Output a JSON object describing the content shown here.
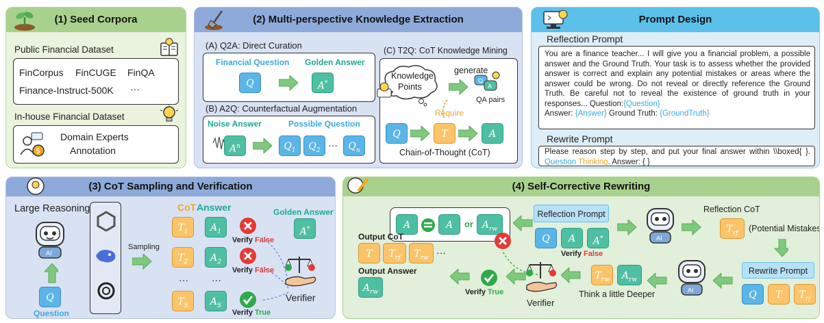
{
  "panel1": {
    "title": "(1) Seed Corpora",
    "public_label": "Public Financial Dataset",
    "public_items": [
      "FinCorpus",
      "FinCUGE",
      "FinQA",
      "Finance-Instruct-500K",
      "···"
    ],
    "inhouse_label": "In-house Financial Dataset",
    "inhouse_text": [
      "Domain Experts",
      "Annotation"
    ]
  },
  "panel2": {
    "title": "(2) Multi-perspective Knowledge Extraction",
    "a_label": "(A) Q2A: Direct Curation",
    "a_question": "Financial Question",
    "a_answer": "Golden Answer",
    "b_label": "(B) A2Q: Counterfactual Augmentation",
    "b_noise": "Noise Answer",
    "b_possible": "Possible Question",
    "c_label": "(C) T2Q: CoT Knowledge Mining",
    "c_knowledge": [
      "Knowledge",
      "Points"
    ],
    "c_generate": "generate",
    "c_qa": "QA pairs",
    "c_require": "Require",
    "c_cot": "Chain-of-Thought (CoT)"
  },
  "panel3": {
    "title": "Prompt Design",
    "reflection_title": "Reflection Prompt",
    "reflection_text": "You are a finance teacher...  I will give you a financial problem, a possible answer and the Ground Truth. Your task is to assess whether the provided answer is correct and explain any potential mistakes or areas where the answer could be wrong. Do not reveal or directly reference the Ground Truth. Be careful not to reveal the existence of ground truth in your responses... Question:",
    "reflection_q": "{Question}",
    "reflection_ans_lbl": "Answer: ",
    "reflection_ans": "{Answer}",
    "reflection_gt_lbl": " Ground Truth: ",
    "reflection_gt": "{GroundTruth}",
    "rewrite_title": "Rewrite Prompt",
    "rewrite_text": "Please reason step by step, and put your final answer within \\\\boxed{ }. ",
    "rewrite_q": "Question",
    "rewrite_t": " Thinking",
    "rewrite_end": ". Answer: { }"
  },
  "panel4": {
    "title": "(3) CoT Sampling and Verification",
    "lrm": "Large Reasoning Model",
    "question": "Question",
    "sampling": "Sampling",
    "cot": "CoT",
    "answer": "Answer",
    "golden": "Golden Answer",
    "dots": "···",
    "verify": "Verify",
    "false": "False",
    "true": "True",
    "verifier": "Verifier"
  },
  "panel5": {
    "title": "(4) Self-Corrective Rewriting",
    "or": "or",
    "reflection_prompt": "Reflection Prompt",
    "verify": "Verify",
    "false": "False",
    "true": "True",
    "reflection_cot": "Reflection CoT",
    "potential": "(Potential Mistakes)",
    "rewrite_prompt": "Rewrite Prompt",
    "output_cot": "Output CoT",
    "output_answer": "Output Answer",
    "think": "Think a little Deeper",
    "verifier": "Verifier",
    "dots": "···",
    "ai": "AI"
  },
  "colors": {
    "green_head": "#a9d18e",
    "blue_head": "#8eaadb",
    "cyan_head": "#5bc0ea",
    "token_q": "#5bb5e6",
    "token_a": "#4fbfa3",
    "token_t": "#fbc46a",
    "false_red": "#e53935",
    "true_green": "#2eaa4a"
  }
}
